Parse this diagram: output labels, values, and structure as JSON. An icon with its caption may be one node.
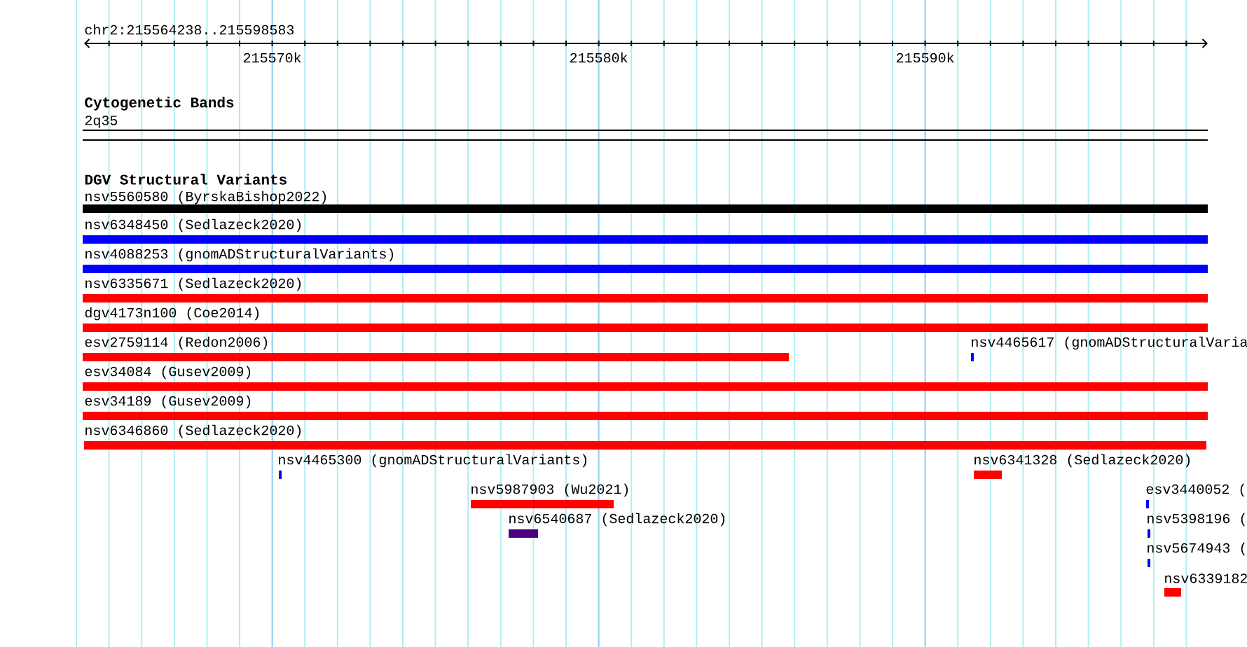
{
  "diagram": {
    "labels": [
      "chr2:215564238..215598583",
      "215570k",
      "215580k",
      "215590k",
      "Cytogenetic Bands",
      "2q35",
      "DGV Structural Variants",
      "nsv5560580 (ByrskaBishop2022)",
      "nsv6348450 (Sedlazeck2020)",
      "nsv4088253 (gnomADStructuralVariants)",
      "nsv6335671 (Sedlazeck2020)",
      "dgv4173n100 (Coe2014)",
      "esv2759114 (Redon2006)",
      "nsv4465617 (gnomADStructuralVaria",
      "esv34084 (Gusev2009)",
      "esv34189 (Gusev2009)",
      "nsv6346860 (Sedlazeck2020)",
      "nsv4465300 (gnomADStructuralVariants)",
      "nsv6341328 (Sedlazeck2020)",
      "nsv5987903 (Wu2021)",
      "esv3440052 (",
      "nsv6540687 (Sedlazeck2020)",
      "nsv5398196 (",
      "nsv5674943 (",
      "nsv6339182"
    ]
  }
}
